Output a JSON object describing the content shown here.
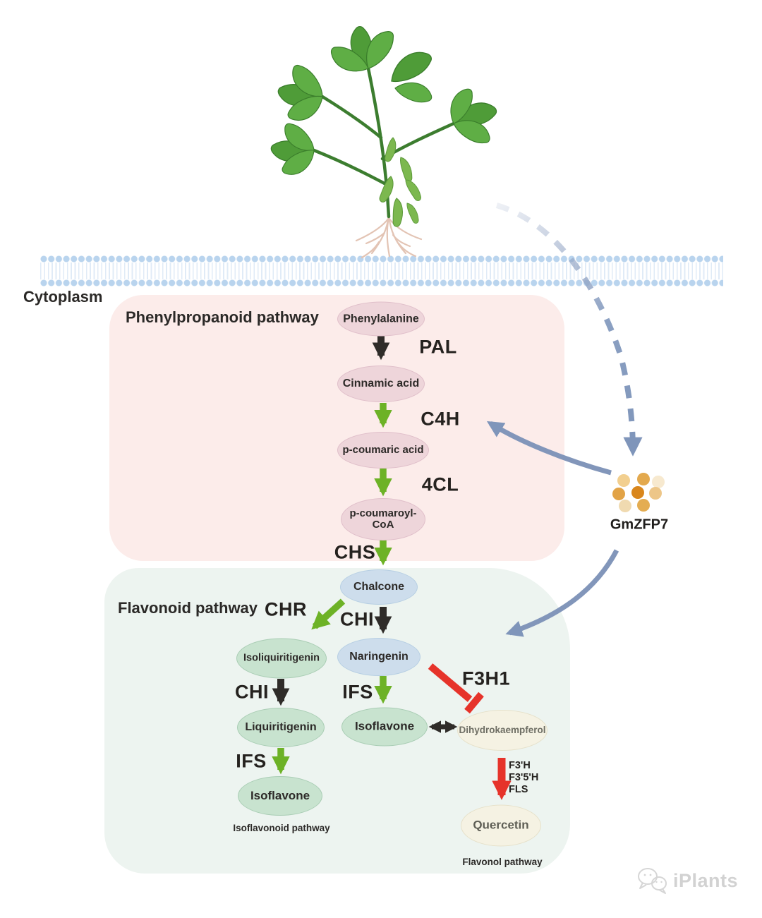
{
  "labels": {
    "cytoplasm": "Cytoplasm",
    "phenylpropanoid_title": "Phenylpropanoid pathway",
    "flavonoid_title": "Flavonoid pathway",
    "isoflavonoid_caption": "Isoflavonoid pathway",
    "flavonol_caption": "Flavonol pathway",
    "gmzfp7": "GmZFP7",
    "watermark": "iPlants"
  },
  "nodes": {
    "phenylalanine": "Phenylalanine",
    "cinnamic_acid": "Cinnamic acid",
    "p_coumaric_acid": "p-coumaric acid",
    "p_coumaroyl_line1": "p-coumaroyl-",
    "p_coumaroyl_line2": "CoA",
    "chalcone": "Chalcone",
    "naringenin": "Naringenin",
    "isoliquiritigenin": "Isoliquiritigenin",
    "liquiritigenin": "Liquiritigenin",
    "isoflavone_left": "Isoflavone",
    "isoflavone_mid": "Isoflavone",
    "dihydrokaempferol": "Dihydrokaempferol",
    "quercetin": "Quercetin"
  },
  "enzymes": {
    "pal": "PAL",
    "c4h": "C4H",
    "cl4": "4CL",
    "chs": "CHS",
    "chr": "CHR",
    "chi_top": "CHI",
    "chi_left": "CHI",
    "ifs_mid": "IFS",
    "ifs_left": "IFS",
    "f3h1": "F3H1",
    "flavonol": [
      "F3'H",
      "F3'5'H",
      "FLS"
    ]
  },
  "colors": {
    "phenylpropanoid_box": "#fcecea",
    "flavonoid_box": "#edf4f0",
    "pink_node": "#eed5da",
    "blue_node": "#cdddec",
    "green_node": "#c8e3cf",
    "beige_node": "#f5f2e3",
    "green_arrow": "#6db226",
    "black_arrow": "#2f2c29",
    "red_arrow": "#e6332a",
    "regulator_arrow": "#8296ba",
    "membrane_dots": "#b9d4ee"
  }
}
